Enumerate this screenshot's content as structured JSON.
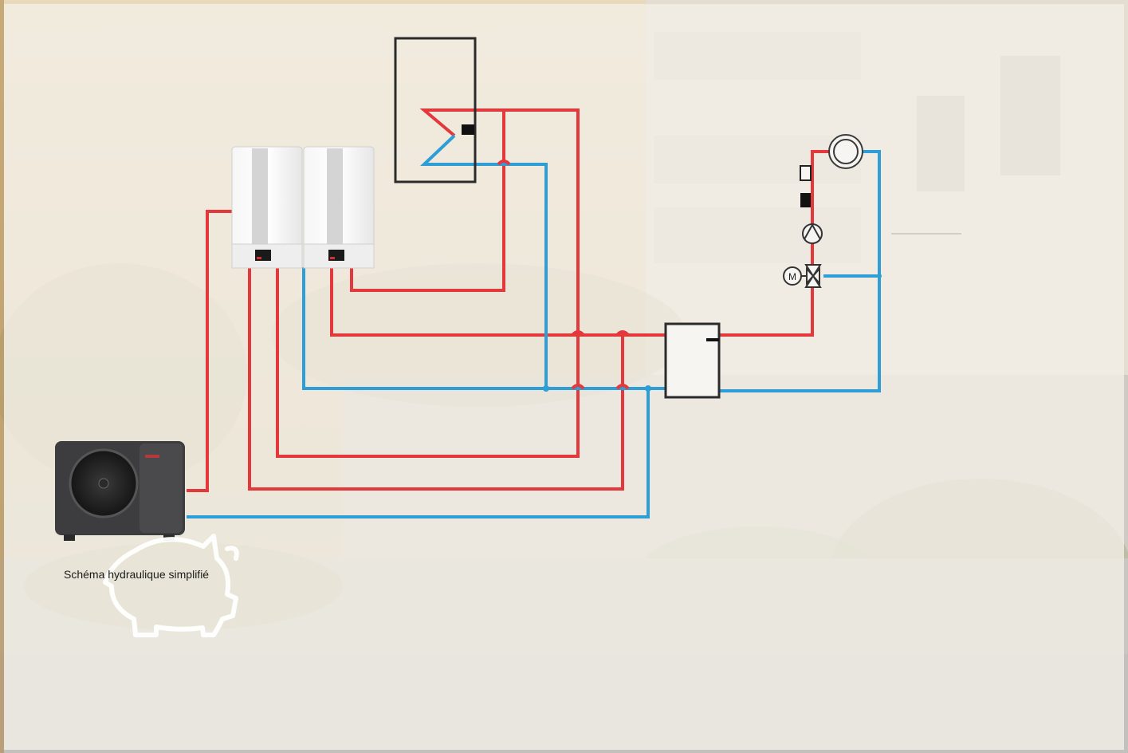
{
  "diagram": {
    "caption": "Schéma hydraulique simplifié",
    "colors": {
      "hot_flow": "#e3383c",
      "cold_return": "#2e9fd6",
      "outline": "#2b2b2b",
      "overlay": "#f3efe8"
    },
    "components": [
      {
        "name": "heat-pump-outdoor-unit",
        "icon": "heat-pump-icon"
      },
      {
        "name": "hydraulic-module-left",
        "icon": "wall-unit-icon"
      },
      {
        "name": "hydraulic-module-right",
        "icon": "wall-unit-icon"
      },
      {
        "name": "dhw-storage-tank",
        "icon": "tank-coil-icon"
      },
      {
        "name": "buffer-tank",
        "icon": "buffer-icon"
      },
      {
        "name": "circulation-pump",
        "icon": "pump-icon"
      },
      {
        "name": "mixing-valve-motor",
        "icon": "motor-m-icon"
      },
      {
        "name": "emitter-circuit",
        "icon": "emitter-ring-icon"
      },
      {
        "name": "piggy-bank-savings",
        "icon": "piggy-bank-icon"
      }
    ],
    "labels": {
      "motor_letter": "M"
    }
  }
}
